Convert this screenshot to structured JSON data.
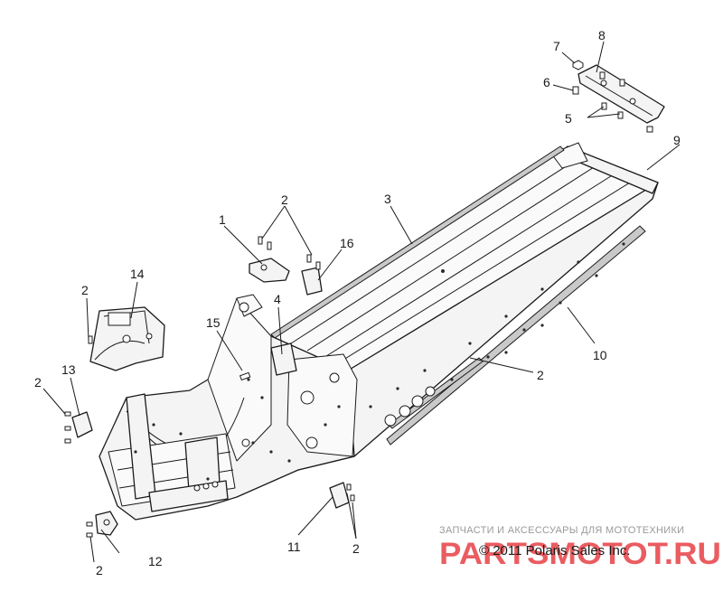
{
  "callouts": [
    {
      "id": "c1",
      "label": "1"
    },
    {
      "id": "c2a",
      "label": "2"
    },
    {
      "id": "c2b",
      "label": "2"
    },
    {
      "id": "c2c",
      "label": "2"
    },
    {
      "id": "c2d",
      "label": "2"
    },
    {
      "id": "c2e",
      "label": "2"
    },
    {
      "id": "c2f",
      "label": "2"
    },
    {
      "id": "c3",
      "label": "3"
    },
    {
      "id": "c4",
      "label": "4"
    },
    {
      "id": "c5",
      "label": "5"
    },
    {
      "id": "c6",
      "label": "6"
    },
    {
      "id": "c7",
      "label": "7"
    },
    {
      "id": "c8",
      "label": "8"
    },
    {
      "id": "c9",
      "label": "9"
    },
    {
      "id": "c10",
      "label": "10"
    },
    {
      "id": "c11",
      "label": "11"
    },
    {
      "id": "c12",
      "label": "12"
    },
    {
      "id": "c13",
      "label": "13"
    },
    {
      "id": "c14",
      "label": "14"
    },
    {
      "id": "c15",
      "label": "15"
    },
    {
      "id": "c16",
      "label": "16"
    }
  ],
  "watermark": {
    "tagline": "ЗАПЧАСТИ И АКСЕССУАРЫ ДЛЯ МОТОТЕХНИКИ",
    "logo_text": "PARTSMOTOT.RU",
    "logo_color": "#e3262b"
  },
  "copyright": "© 2011 Polaris Sales Inc."
}
